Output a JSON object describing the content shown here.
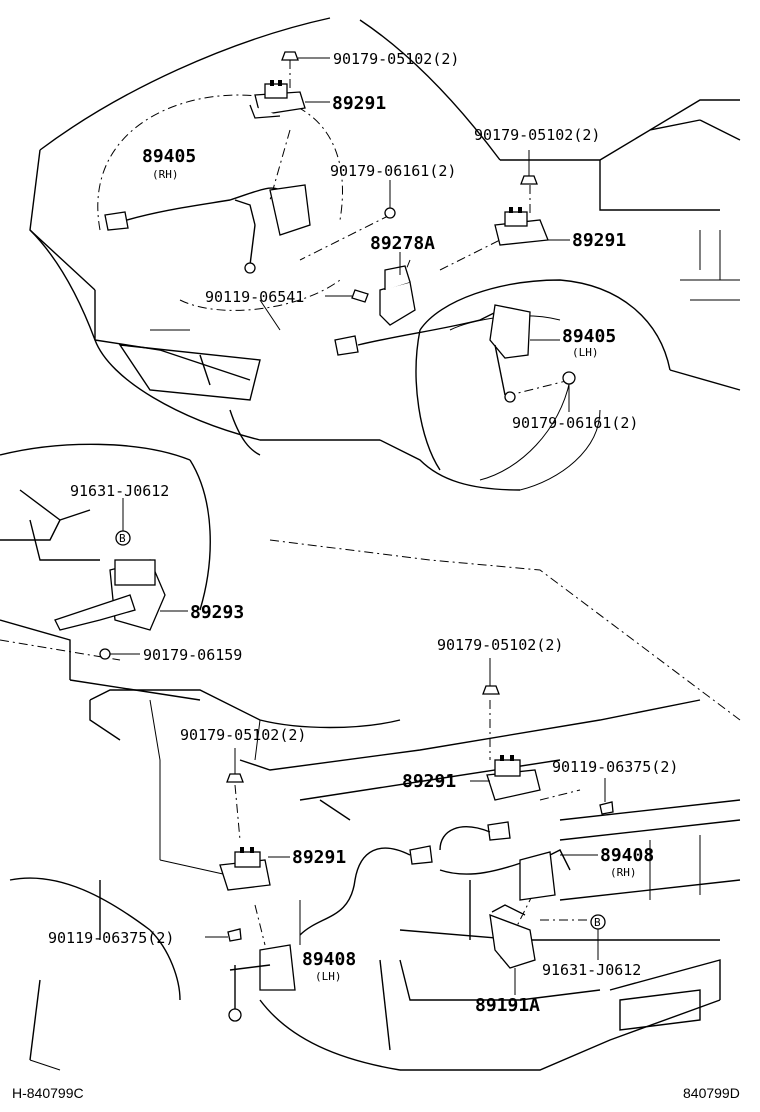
{
  "labels": {
    "top_bolt_1": "90179-05102(2)",
    "top_sensor_1": "89291",
    "top_bolt_2": "90179-05102(2)",
    "top_sensor_2": "89291",
    "rh_link_front": "89405",
    "rh_link_front_side": "(RH)",
    "nut_1": "90179-06161(2)",
    "ecu_top": "89278A",
    "screw_1": "90119-06541",
    "lh_link_front": "89405",
    "lh_link_front_side": "(LH)",
    "nut_2": "90179-06161(2)",
    "clip_1": "91631-J0612",
    "clip_1_mark": "B",
    "ecu_mid": "89293",
    "nut_3": "90179-06159",
    "rear_bolt_1": "90179-05102(2)",
    "rear_bolt_2": "90179-05102(2)",
    "rear_sensor_1": "89291",
    "rear_screw_1": "90119-06375(2)",
    "rear_sensor_2": "89291",
    "rh_link_rear": "89408",
    "rh_link_rear_side": "(RH)",
    "rear_screw_2": "90119-06375(2)",
    "lh_link_rear": "89408",
    "lh_link_rear_side": "(LH)",
    "clip_2": "91631-J0612",
    "clip_2_mark": "B",
    "ecu_rear": "89191A"
  },
  "footer": {
    "left_code": "H-840799C",
    "right_code": "840799D"
  }
}
